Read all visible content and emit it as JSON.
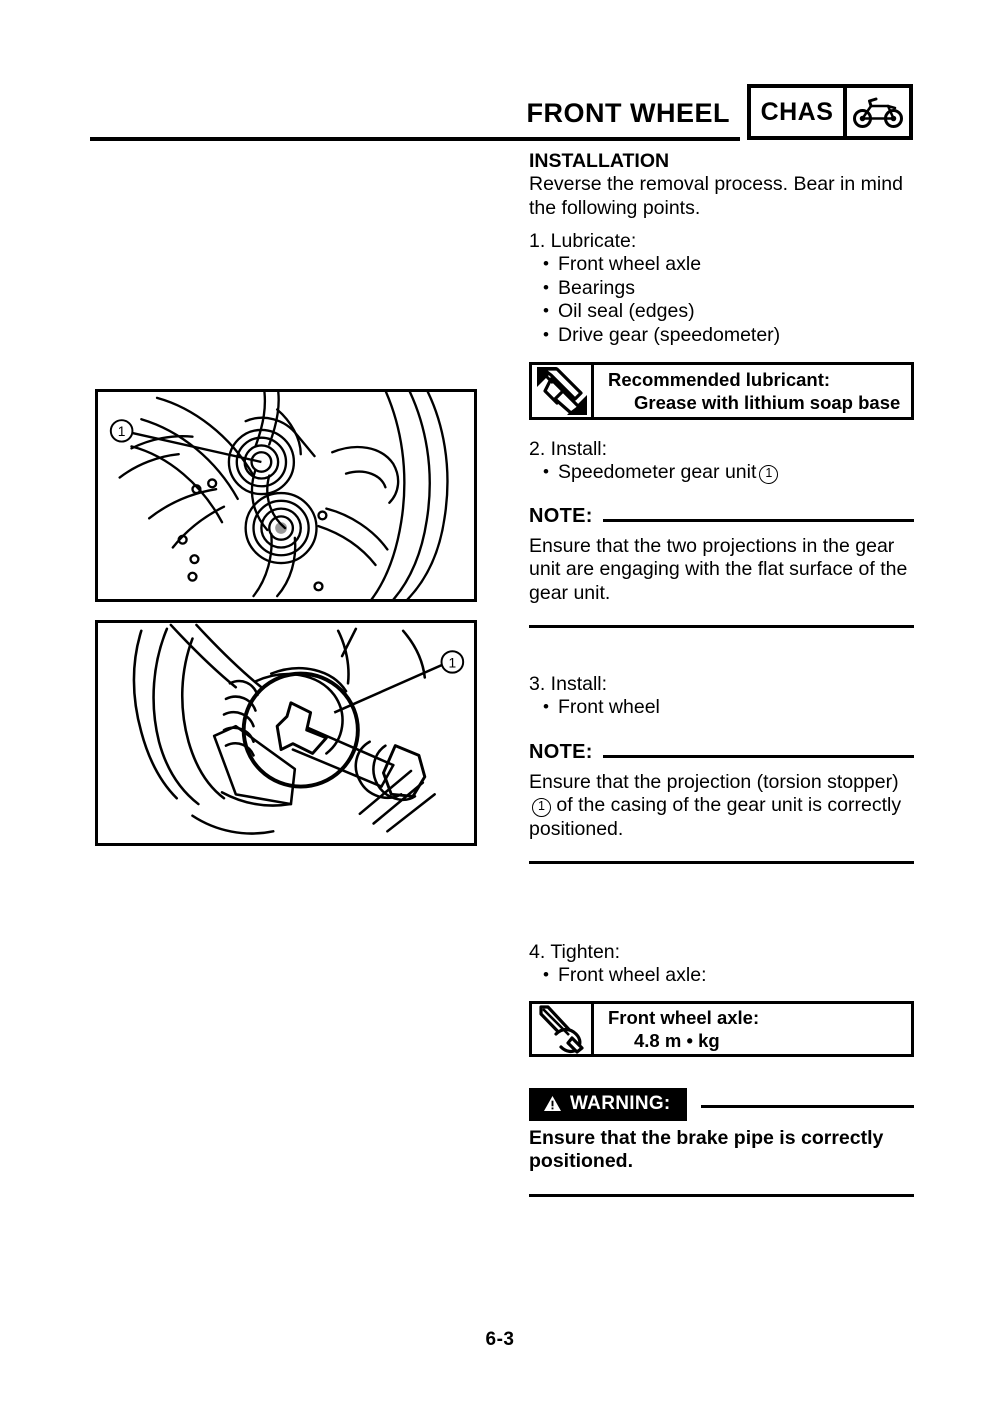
{
  "header": {
    "title": "FRONT WHEEL",
    "section_code": "CHAS",
    "section_icon": "motorcycle-icon"
  },
  "content": {
    "heading": "INSTALLATION",
    "intro": "Reverse the removal process. Bear in mind the following points.",
    "step1": {
      "label": "1. Lubricate:",
      "items": [
        "Front wheel axle",
        "Bearings",
        "Oil seal (edges)",
        "Drive gear (speedometer)"
      ]
    },
    "lubricant_box": {
      "icon": "grease-gun-icon",
      "line1": "Recommended lubricant:",
      "line2": "Grease with lithium soap base"
    },
    "step2": {
      "label": "2. Install:",
      "item": "Speedometer gear unit",
      "callout": "1"
    },
    "note1": {
      "label": "NOTE:",
      "body": "Ensure that the two projections in the gear unit are engaging with the flat surface of the gear unit."
    },
    "step3": {
      "label": "3. Install:",
      "item": "Front wheel"
    },
    "note2": {
      "label": "NOTE:",
      "body_part1": "Ensure that the projection (torsion stopper)",
      "callout": "1",
      "body_part2": "of the casing of the gear unit is correctly positioned."
    },
    "step4": {
      "label": "4. Tighten:",
      "item": "Front wheel axle:"
    },
    "torque_box": {
      "icon": "torque-wrench-icon",
      "line1": "Front wheel axle:",
      "line2": "4.8 m • kg"
    },
    "warning": {
      "icon": "warning-triangle-icon",
      "label": "WARNING:",
      "body": "Ensure that the brake pipe is correctly positioned."
    }
  },
  "figures": {
    "figure1": {
      "caption_ref": "speedometer-gear-unit-on-wheel",
      "callout": "1"
    },
    "figure2": {
      "caption_ref": "torsion-stopper-projection-detail",
      "callout": "1"
    }
  },
  "footer": {
    "page_number": "6-3"
  }
}
